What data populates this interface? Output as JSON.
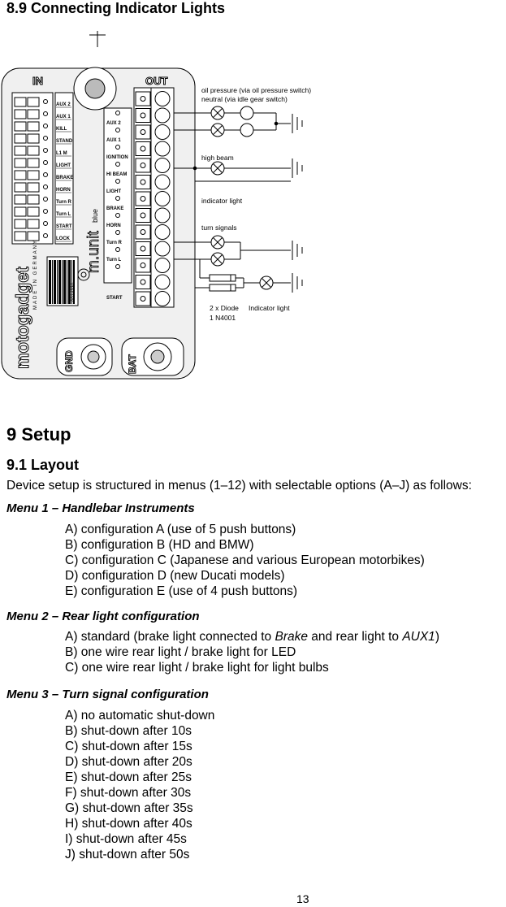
{
  "section_89": {
    "title": "8.9 Connecting Indicator Lights"
  },
  "diagram": {
    "brand": "motogadget",
    "product": "m.unit",
    "product_suffix": "blue",
    "made_in": "MADE IN GERMANY",
    "serial": "0014330",
    "in_label": "IN",
    "out_label": "OUT",
    "gnd_label": "GND",
    "bat_label": "BAT",
    "inputs": [
      "AUX 2",
      "AUX 1",
      "KILL",
      "STAND",
      "L1 M",
      "LIGHT",
      "BRAKE",
      "HORN",
      "Turn R",
      "Turn L",
      "START",
      "LOCK"
    ],
    "outputs": [
      "AUX 2",
      "AUX 1",
      "IGNITION",
      "HI BEAM",
      "LIGHT",
      "BRAKE",
      "HORN",
      "Turn R",
      "Turn L",
      "START"
    ],
    "annotations": {
      "oil_pressure": "oil pressure (via oil pressure switch)",
      "neutral": "neutral (via idle gear switch)",
      "high_beam": "high beam",
      "indicator_light_1": "indicator light",
      "turn_signals": "turn signals",
      "diode_1": "2 x Diode",
      "diode_2": "1 N4001",
      "indicator_light_2": "Indicator light"
    }
  },
  "section_9": {
    "title": "9 Setup"
  },
  "section_91": {
    "title": "9.1 Layout",
    "intro": "Device setup is structured in menus (1–12) with selectable options (A–J) as follows:"
  },
  "menus": [
    {
      "title": "Menu 1 – Handlebar Instruments",
      "options": [
        "A) configuration A (use of 5 push buttons)",
        "B) configuration B (HD and BMW)",
        "C) configuration C (Japanese and various European motorbikes)",
        "D) configuration D (new Ducati models)",
        "E) configuration E (use of 4 push buttons)"
      ]
    },
    {
      "title": "Menu 2 – Rear light configuration",
      "options": [
        "A) standard (brake light connected to Brake and rear light to AUX1)",
        "B) one wire rear light / brake light for LED",
        "C) one wire rear light / brake light for light bulbs"
      ]
    },
    {
      "title": "Menu 3 – Turn signal configuration",
      "options": [
        "A) no automatic shut-down",
        "B) shut-down after 10s",
        "C) shut-down after 15s",
        "D) shut-down after 20s",
        "E) shut-down after 25s",
        "F) shut-down after 30s",
        "G) shut-down after 35s",
        "H) shut-down after 40s",
        "I) shut-down after 45s",
        "J) shut-down after 50s"
      ]
    }
  ],
  "menu2_option_a_parts": {
    "before": "A) standard (brake light connected to ",
    "brake": "Brake",
    "middle": " and rear light to ",
    "aux1": "AUX1",
    "after": ")"
  },
  "page_number": "13"
}
